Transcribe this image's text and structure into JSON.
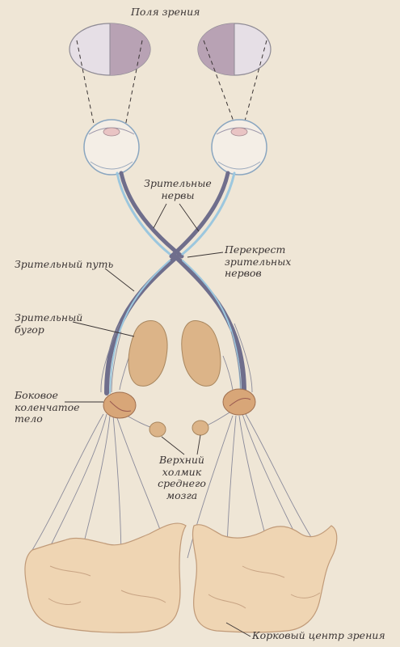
{
  "labels": {
    "visual_fields": "Поля зрения",
    "optic_nerves": [
      "Зрительные",
      "нервы"
    ],
    "chiasm": [
      "Перекрест",
      "зрительных",
      "нервов"
    ],
    "optic_tract": "Зрительный путь",
    "thalamus": [
      "Зрительный",
      "бугор"
    ],
    "lgn": [
      "Боковое",
      "коленчатое",
      "тело"
    ],
    "colliculus": [
      "Верхний",
      "холмик",
      "среднего",
      "мозга"
    ],
    "cortex": "Корковый центр зрения"
  },
  "colors": {
    "background": "#efe6d6",
    "left_half_field": "#e6dfe6",
    "right_half_field": "#b8a2b4",
    "optic_fiber_dark": "#6f6e8c",
    "optic_fiber_light": "#9cc7de",
    "nucleus_fill": "#dcb488",
    "cortex_fill": "#efd5b3"
  }
}
